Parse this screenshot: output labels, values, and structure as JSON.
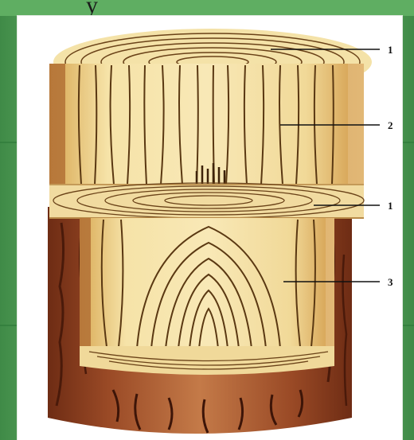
{
  "header": {
    "partial_text": "y"
  },
  "diagram": {
    "labels": [
      {
        "text": "1",
        "target": "cross-section-top"
      },
      {
        "text": "2",
        "target": "radial-cut"
      },
      {
        "text": "1",
        "target": "cross-section-middle"
      },
      {
        "text": "3",
        "target": "tangential-cut"
      }
    ]
  },
  "colors": {
    "background": "#5aa65c",
    "wood_light": "#f3dfa0",
    "wood_ring": "#5a3a14",
    "bark": "#8a3d1f"
  }
}
